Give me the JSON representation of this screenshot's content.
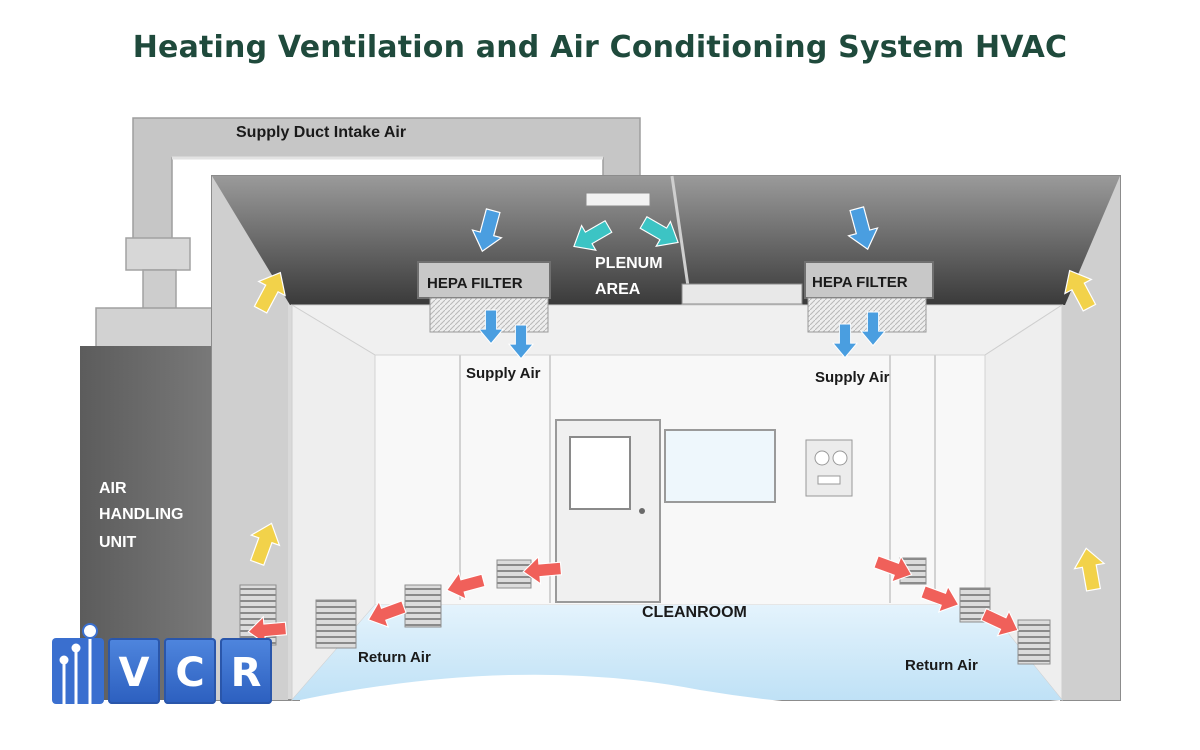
{
  "title": "Heating Ventilation and Air Conditioning System HVAC",
  "labels": {
    "supply_duct": "Supply Duct Intake Air",
    "hepa_filter_left": "HEPA FILTER",
    "hepa_filter_right": "HEPA FILTER",
    "plenum_line1": "PLENUM",
    "plenum_line2": "AREA",
    "supply_air_left": "Supply Air",
    "supply_air_right": "Supply Air",
    "ahu_line1": "AIR",
    "ahu_line2": "HANDLING",
    "ahu_line3": "UNIT",
    "cleanroom": "CLEANROOM",
    "return_air_left": "Return Air",
    "return_air_right": "Return Air"
  },
  "logo": {
    "letters": [
      "V",
      "C",
      "R"
    ]
  },
  "colors": {
    "title": "#1f4a3c",
    "supply_arrow": "#4a9ee0",
    "plenum_arrow": "#3cc4c4",
    "return_arrow": "#f0605a",
    "riser_arrow": "#f2d24a",
    "ahu": "#6e6e6e",
    "duct": "#c4c4c4",
    "floor": "#cde8f8",
    "logo": "#2f64c4"
  }
}
